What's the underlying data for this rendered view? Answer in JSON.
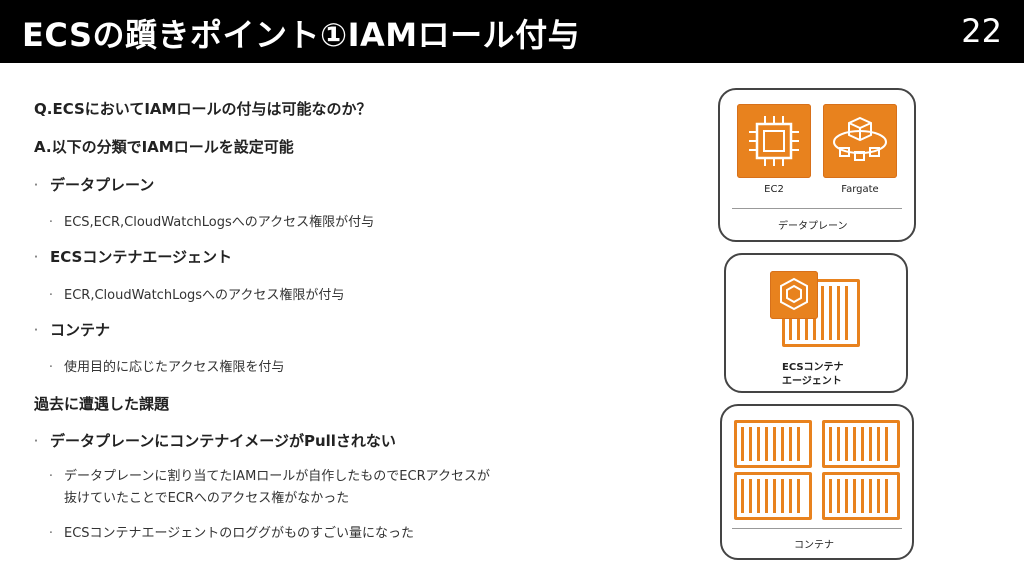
{
  "header": {
    "title": "ECSの躓きポイント①IAMロール付与",
    "page_number": "22"
  },
  "content": {
    "question": "Q.ECSにおいてIAMロールの付与は可能なのか？",
    "answer": "A.以下の分類でIAMロールを設定可能",
    "bullets": [
      {
        "label": "データプレーン",
        "sub": "ECS,ECR,CloudWatchLogsへのアクセス権限が付与"
      },
      {
        "label": "ECSコンテナエージェント",
        "sub": "ECR,CloudWatchLogsへのアクセス権限が付与"
      },
      {
        "label": "コンテナ",
        "sub": "使用目的に応じたアクセス権限を付与"
      }
    ],
    "past_heading": "過去に遭遇した課題",
    "issue": {
      "label": "データプレーンにコンテナイメージがPullされない",
      "sub1_line1": "データプレーンに割り当てたIAMロールが自作したものでECRアクセスが",
      "sub1_line2": "抜けていたことでECRへのアクセス権がなかった",
      "sub2": "ECSコンテナエージェントのロググがものすごい量になった"
    }
  },
  "diagram": {
    "panel1": {
      "ec2_label": "EC2",
      "fargate_label": "Fargate",
      "caption": "データプレーン"
    },
    "panel2": {
      "caption_line1": "ECSコンテナ",
      "caption_line2": "エージェント"
    },
    "panel3": {
      "caption": "コンテナ"
    },
    "colors": {
      "aws_orange": "#e8821e",
      "header_bg": "#000000"
    }
  }
}
